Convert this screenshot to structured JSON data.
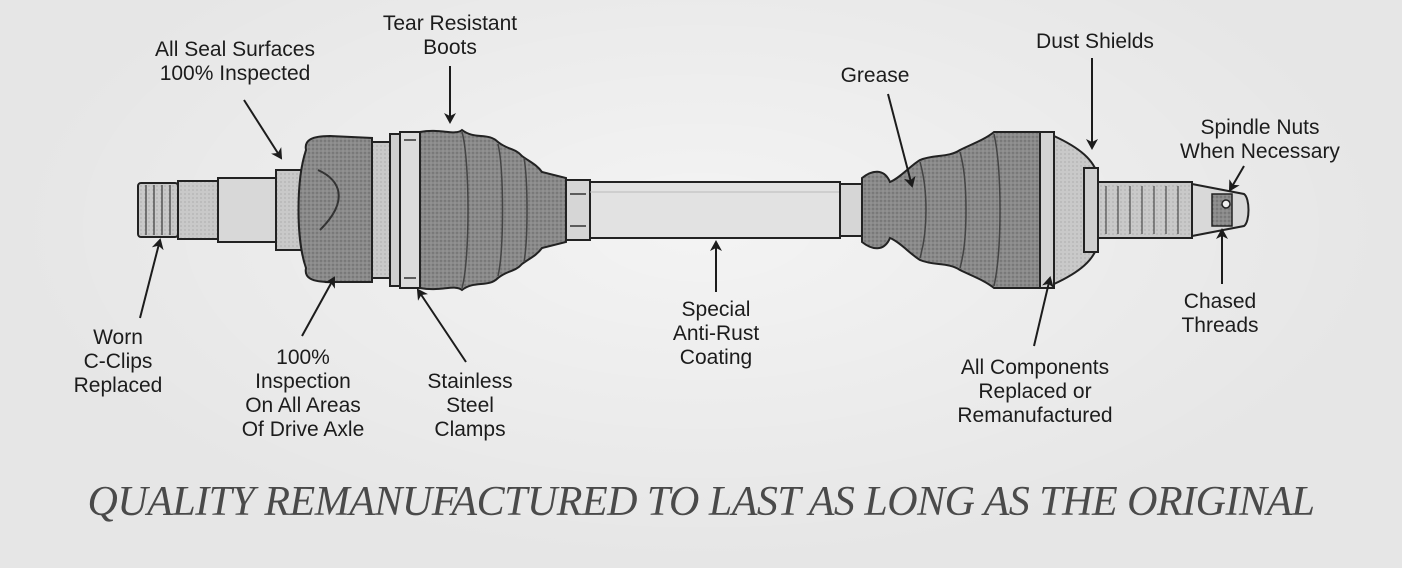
{
  "labels": {
    "tear_resistant_boots": "Tear Resistant\nBoots",
    "all_seal_surfaces": "All Seal Surfaces\n100% Inspected",
    "grease": "Grease",
    "dust_shields": "Dust Shields",
    "spindle_nuts": "Spindle Nuts\nWhen Necessary",
    "worn_c_clips": "Worn\nC-Clips\nReplaced",
    "inspection_100": "100%\nInspection\nOn All Areas\nOf Drive Axle",
    "stainless_steel_clamps": "Stainless\nSteel\nClamps",
    "special_anti_rust": "Special\nAnti-Rust\nCoating",
    "all_components": "All Components\nReplaced or\nRemanufactured",
    "chased_threads": "Chased\nThreads"
  },
  "tagline": "QUALITY REMANUFACTURED TO LAST AS LONG AS THE ORIGINAL",
  "colors": {
    "background": "#e6e6e6",
    "boot": "#7a7a7a",
    "metal": "#d4d4d4",
    "outline": "#222222",
    "tagline": "#4a4a4a"
  }
}
